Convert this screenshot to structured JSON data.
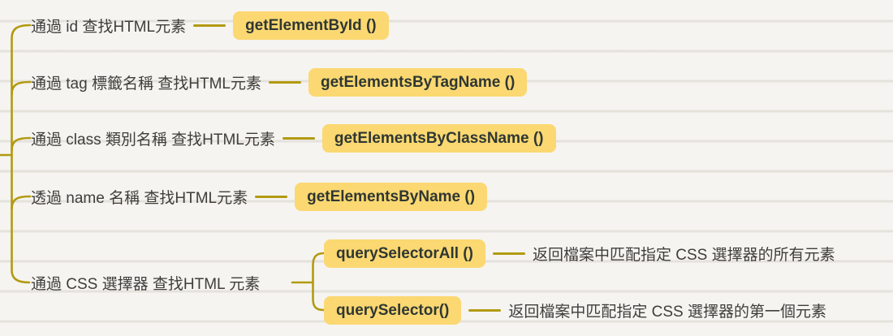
{
  "palette": {
    "background": "#f5f4f1",
    "ruled_line": "#e7e4df",
    "branch_line": "#b29a10",
    "node_highlight": "#fbd871",
    "label_text": "#3f3e3b",
    "node_text": "#2f3733"
  },
  "mindmap": {
    "branches": [
      {
        "label": "通過 id 查找HTML元素",
        "method": "getElementById ()"
      },
      {
        "label": "通過 tag 標籤名稱 查找HTML元素",
        "method": "getElementsByTagName ()"
      },
      {
        "label": "通過 class 類別名稱 查找HTML元素",
        "method": "getElementsByClassName ()"
      },
      {
        "label": "透過 name 名稱 查找HTML元素",
        "method": "getElementsByName ()"
      },
      {
        "label": "通過 CSS 選擇器 查找HTML 元素",
        "children": [
          {
            "method": "querySelectorAll ()",
            "description": "返回檔案中匹配指定 CSS 選擇器的所有元素"
          },
          {
            "method": "querySelector()",
            "description": "返回檔案中匹配指定 CSS 選擇器的第一個元素"
          }
        ]
      }
    ]
  }
}
